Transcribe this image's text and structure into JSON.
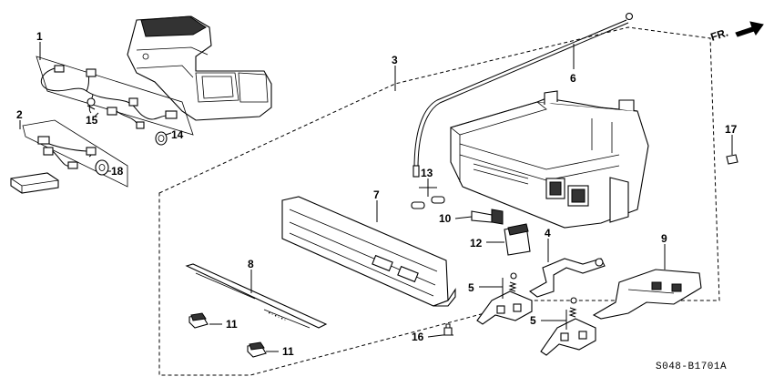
{
  "labels": {
    "p1": "1",
    "p2": "2",
    "p3": "3",
    "p4": "4",
    "p5a": "5",
    "p5b": "5",
    "p6": "6",
    "p7": "7",
    "p8": "8",
    "p9": "9",
    "p10": "10",
    "p11a": "11",
    "p11b": "11",
    "p12": "12",
    "p13": "13",
    "p14": "14",
    "p15": "15",
    "p16": "16",
    "p17": "17",
    "p18": "18"
  },
  "direction": "FR.",
  "diagram_code": "S048-B1701A",
  "colors": {
    "ink": "#000000",
    "paper": "#ffffff",
    "fill_dark": "#333333",
    "fill_grey": "#bdbdbd"
  }
}
